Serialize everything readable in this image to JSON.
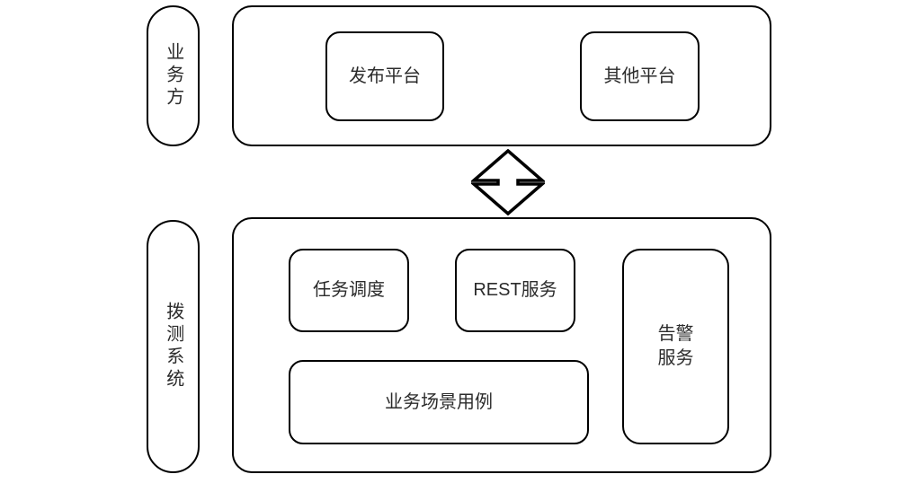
{
  "diagram": {
    "type": "architecture-block-diagram",
    "background": "#ffffff",
    "stroke_color": "#000000",
    "text_color": "#2b2b2b",
    "lanes": [
      {
        "id": "business-side",
        "label": "业务方",
        "nodes": [
          {
            "id": "publish-platform",
            "label": "发布平台"
          },
          {
            "id": "other-platform",
            "label": "其他平台"
          }
        ]
      },
      {
        "id": "dial-test-system",
        "label": "拨测系统",
        "nodes": [
          {
            "id": "task-scheduling",
            "label": "任务调度"
          },
          {
            "id": "rest-service",
            "label": "REST服务"
          },
          {
            "id": "alert-service",
            "label": "告警服务"
          },
          {
            "id": "business-scenario-cases",
            "label": "业务场景用例"
          }
        ]
      }
    ],
    "connector": {
      "id": "bidirectional-connector",
      "icon": "double-arrow-vertical-icon",
      "direction": "bidirectional",
      "from": "business-side",
      "to": "dial-test-system"
    }
  }
}
